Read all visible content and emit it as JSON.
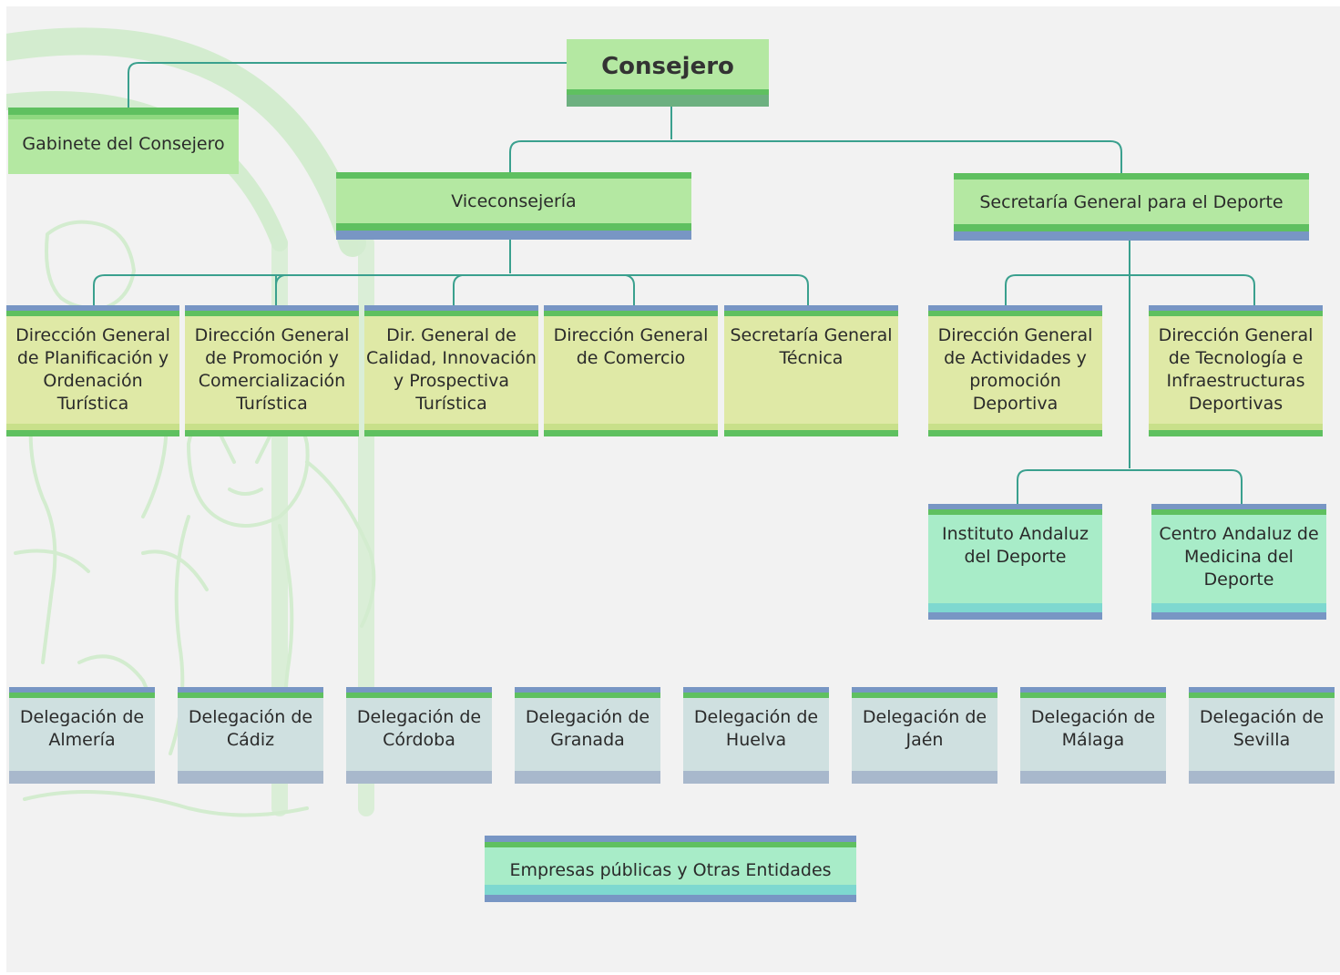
{
  "org_chart": {
    "consejero": "Consejero",
    "gabinete": "Gabinete del Consejero",
    "viceconsejeria": "Viceconsejería",
    "secretaria_deporte": "Secretaría General para el Deporte",
    "vice_units": [
      "Dirección General\nde Planificación y\nOrdenación\nTurística",
      "Dirección General\nde Promoción y\nComercialización\nTurística",
      "Dir. General de\nCalidad, Innovación\ny Prospectiva\nTurística",
      "Dirección General\nde Comercio",
      "Secretaría General\nTécnica"
    ],
    "deporte_units": [
      "Dirección General\nde Actividades y\npromoción\nDeportiva",
      "Dirección General\nde Tecnología e\nInfraestructuras\nDeportivas"
    ],
    "deporte_entities": [
      "Instituto Andaluz\ndel Deporte",
      "Centro Andaluz de\nMedicina del\nDeporte"
    ],
    "delegaciones": [
      "Delegación de\nAlmería",
      "Delegación de\nCádiz",
      "Delegación de\nCórdoba",
      "Delegación de\nGranada",
      "Delegación de\nHuelva",
      "Delegación de\nJaén",
      "Delegación de\nMálaga",
      "Delegación de\nSevilla"
    ],
    "empresas": "Empresas públicas y Otras Entidades"
  },
  "colors": {
    "connector": "#3aa08e",
    "emblem": "#cdeacb"
  }
}
